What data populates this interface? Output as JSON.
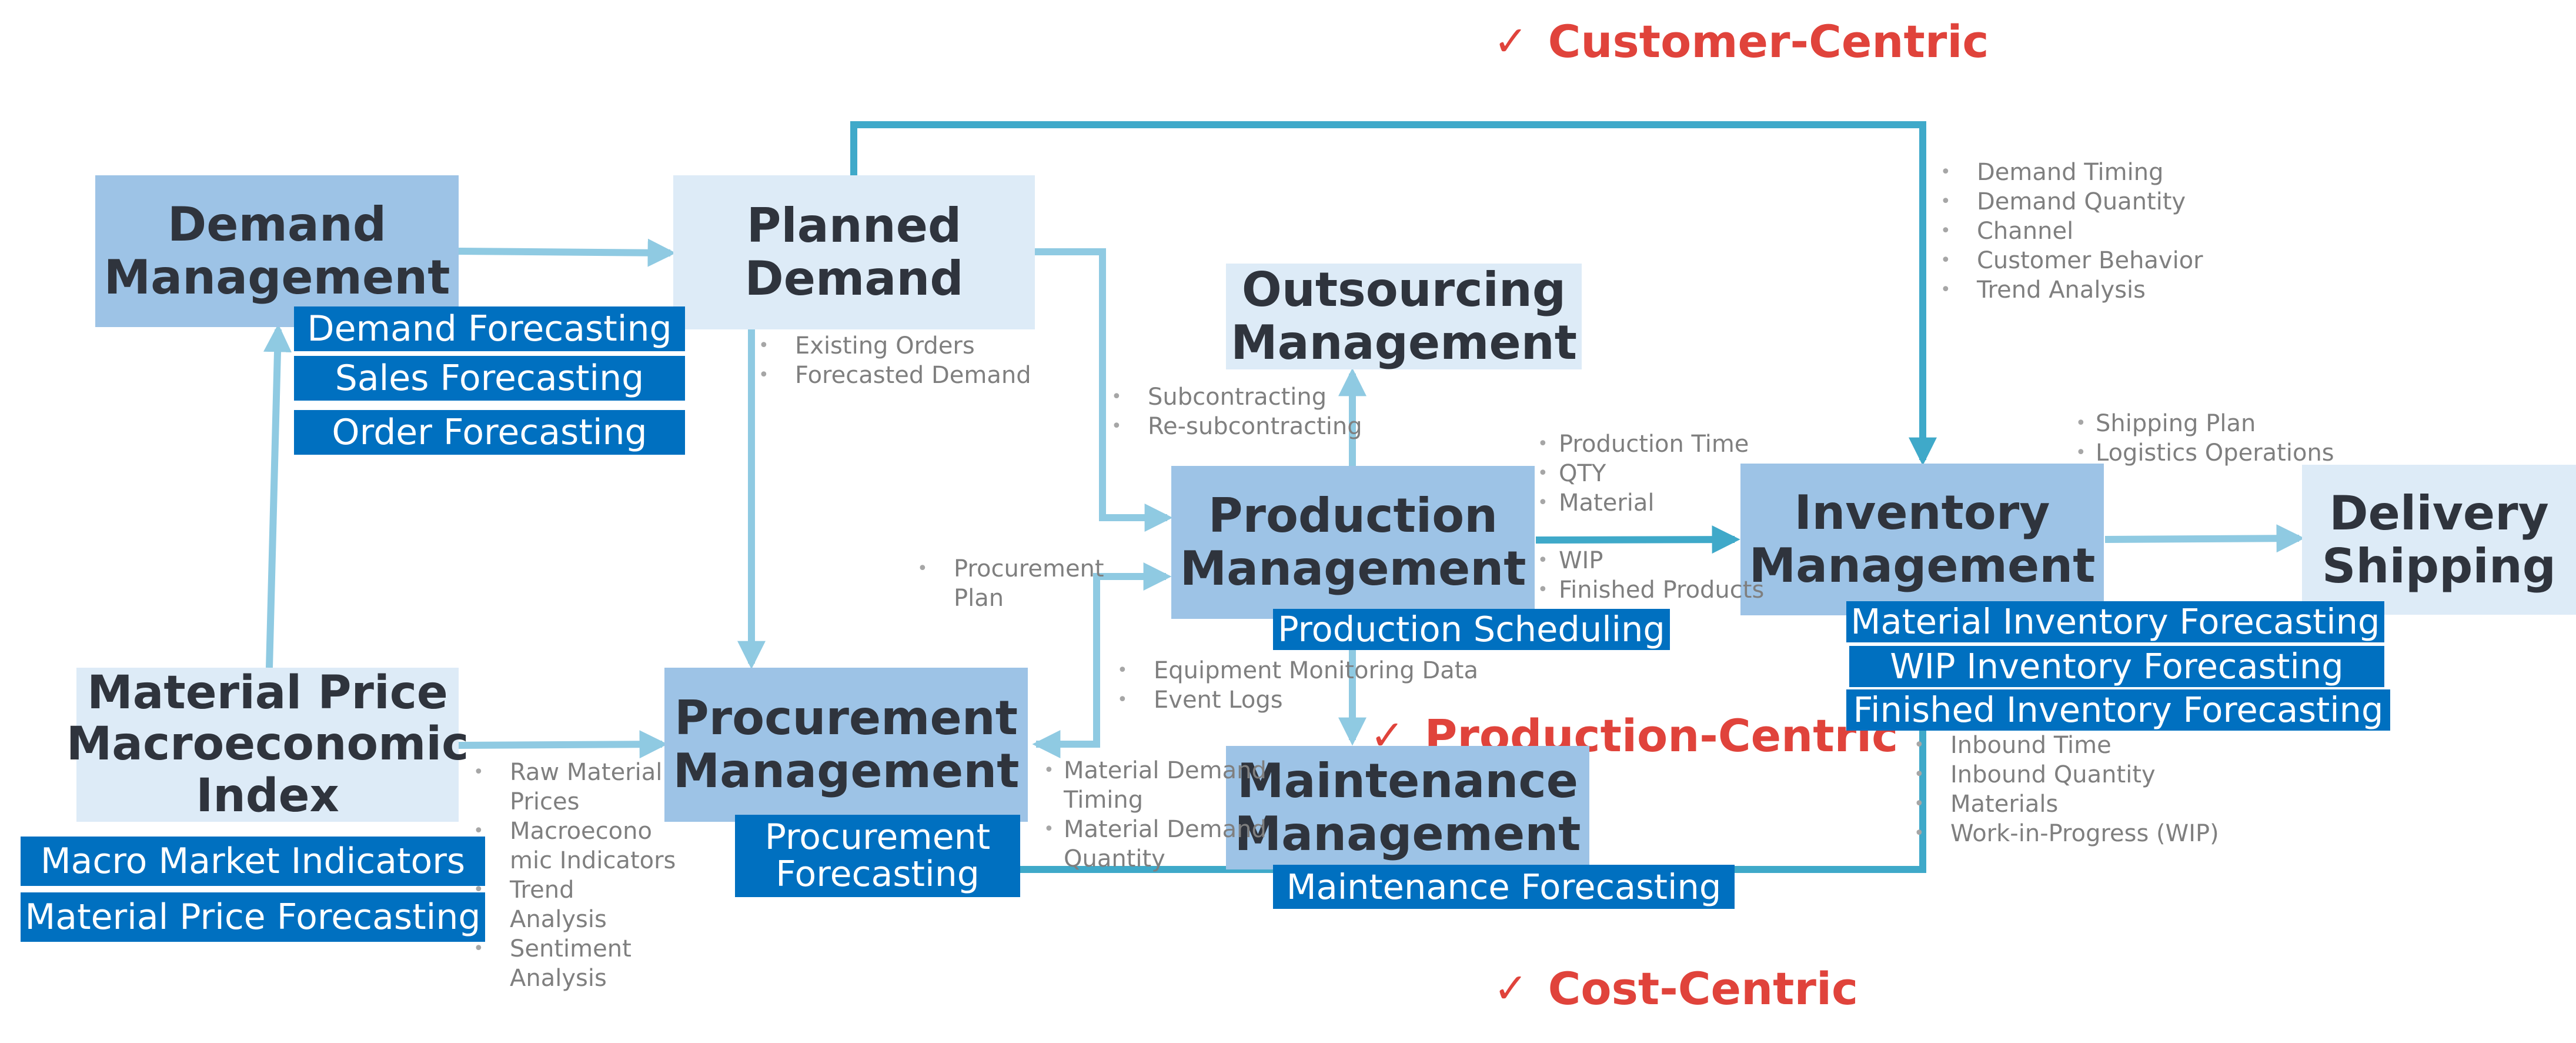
{
  "colors": {
    "box_dark": "#9dc3e6",
    "box_light": "#ddebf7",
    "tag_blue": "#0070c0",
    "arrow_light": "#8fcae2",
    "arrow_dark": "#3fa9c9",
    "focus_red": "#e0433b",
    "note_gray": "#7f7f7f"
  },
  "focus_labels": {
    "customer": {
      "check": "✓",
      "label": "Customer-Centric"
    },
    "production": {
      "check": "✓",
      "label": "Production-Centric"
    },
    "cost": {
      "check": "✓",
      "label": "Cost-Centric"
    }
  },
  "boxes": {
    "demand_management": "Demand\nManagement",
    "planned_demand": "Planned\nDemand",
    "material_price": "Material Price\nMacroeconomic\nIndex",
    "procurement_management": "Procurement\nManagement",
    "outsourcing_management": "Outsourcing\nManagement",
    "production_management": "Production\nManagement",
    "maintenance_management": "Maintenance\nManagement",
    "inventory_management": "Inventory\nManagement",
    "delivery_shipping": "Delivery\nShipping"
  },
  "tags": {
    "demand_forecasting": "Demand Forecasting",
    "sales_forecasting": "Sales Forecasting",
    "order_forecasting": "Order Forecasting",
    "macro_market_indicators": "Macro Market Indicators",
    "material_price_forecasting": "Material Price Forecasting",
    "procurement_forecasting": "Procurement\nForecasting",
    "production_scheduling": "Production Scheduling",
    "maintenance_forecasting": "Maintenance Forecasting",
    "material_inventory_forecasting": "Material Inventory Forecasting",
    "wip_inventory_forecasting": "WIP Inventory Forecasting",
    "finished_inventory_forecasting": "Finished Inventory Forecasting"
  },
  "notes": {
    "planned_demand": [
      "Existing Orders",
      "Forecasted Demand"
    ],
    "outsourcing": [
      "Subcontracting",
      "Re-subcontracting"
    ],
    "procurement_plan": [
      "Procurement\nPlan"
    ],
    "production_to_inventory": [
      "Production Time",
      "QTY",
      "Material"
    ],
    "wip": [
      "WIP",
      "Finished Products"
    ],
    "equipment": [
      "Equipment Monitoring Data",
      "Event Logs"
    ],
    "material_demand": [
      "Material Demand\nTiming",
      "Material Demand\nQuantity"
    ],
    "raw_material": [
      "Raw Material\nPrices",
      "Macroecono\nmic Indicators",
      "Trend\nAnalysis",
      "Sentiment\nAnalysis"
    ],
    "customer_demand": [
      "Demand Timing",
      "Demand Quantity",
      "Channel",
      "Customer Behavior",
      "Trend Analysis"
    ],
    "shipping": [
      "Shipping Plan",
      "Logistics Operations"
    ],
    "inbound": [
      "Inbound Time",
      "Inbound Quantity",
      "Materials",
      "Work-in-Progress (WIP)"
    ]
  }
}
